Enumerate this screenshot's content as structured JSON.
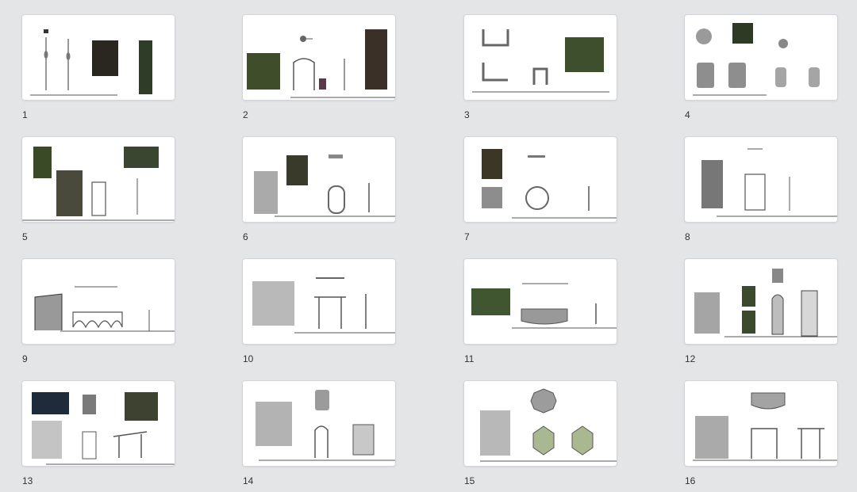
{
  "window": {
    "background": "#e4e5e7"
  },
  "slides": [
    {
      "number": "1"
    },
    {
      "number": "2"
    },
    {
      "number": "3"
    },
    {
      "number": "4"
    },
    {
      "number": "5"
    },
    {
      "number": "6"
    },
    {
      "number": "7"
    },
    {
      "number": "8"
    },
    {
      "number": "9"
    },
    {
      "number": "10"
    },
    {
      "number": "11"
    },
    {
      "number": "12"
    },
    {
      "number": "13"
    },
    {
      "number": "14"
    },
    {
      "number": "15"
    },
    {
      "number": "16"
    }
  ]
}
